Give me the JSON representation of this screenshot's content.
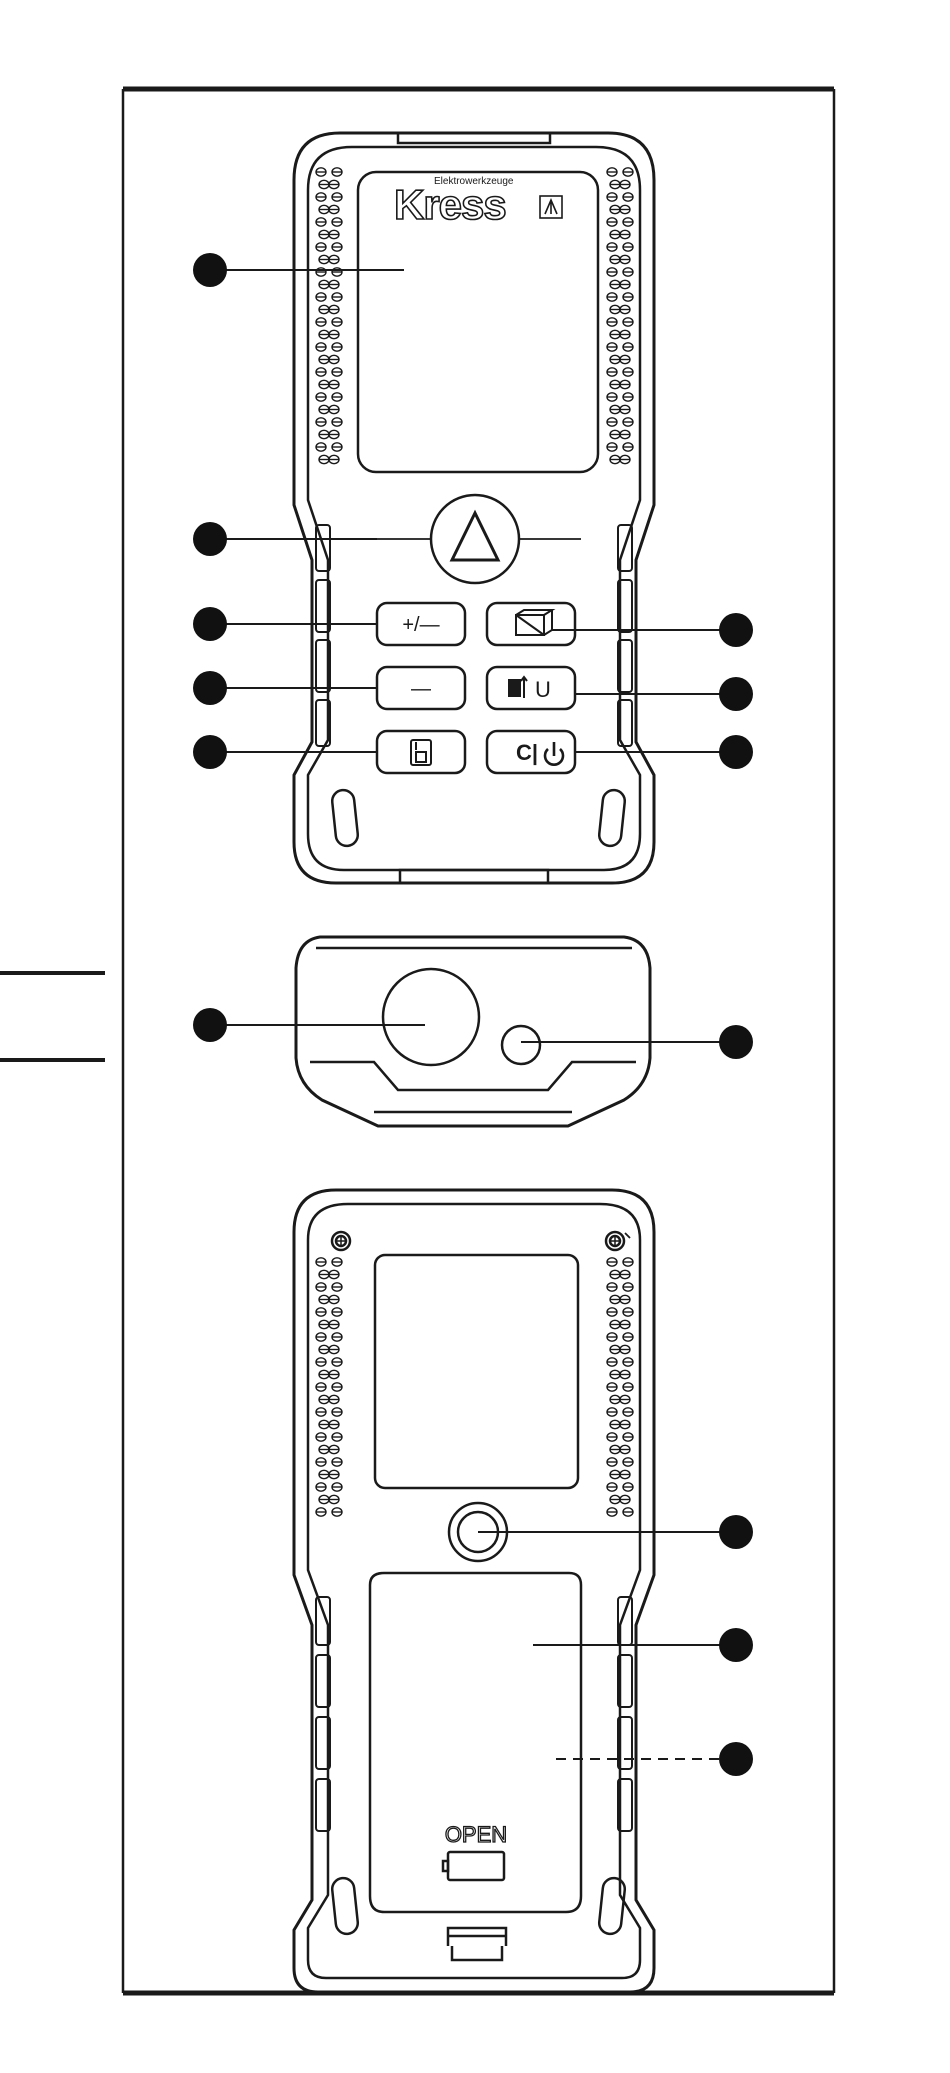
{
  "brand": {
    "tagline": "Elektrowerkzeuge",
    "name": "Kress"
  },
  "front_view": {
    "buttons": [
      {
        "id": "plus-minus",
        "label": "+/—"
      },
      {
        "id": "area-volume",
        "label": ""
      },
      {
        "id": "function",
        "label": "—"
      },
      {
        "id": "reference-unit",
        "label": "U"
      },
      {
        "id": "memory",
        "label": ""
      },
      {
        "id": "clear-power",
        "label": "C|"
      }
    ]
  },
  "back_view": {
    "battery_cover_label": "OPEN"
  },
  "colors": {
    "line": "#1a1a1a",
    "callout_dot": "#111111",
    "background": "#ffffff"
  }
}
